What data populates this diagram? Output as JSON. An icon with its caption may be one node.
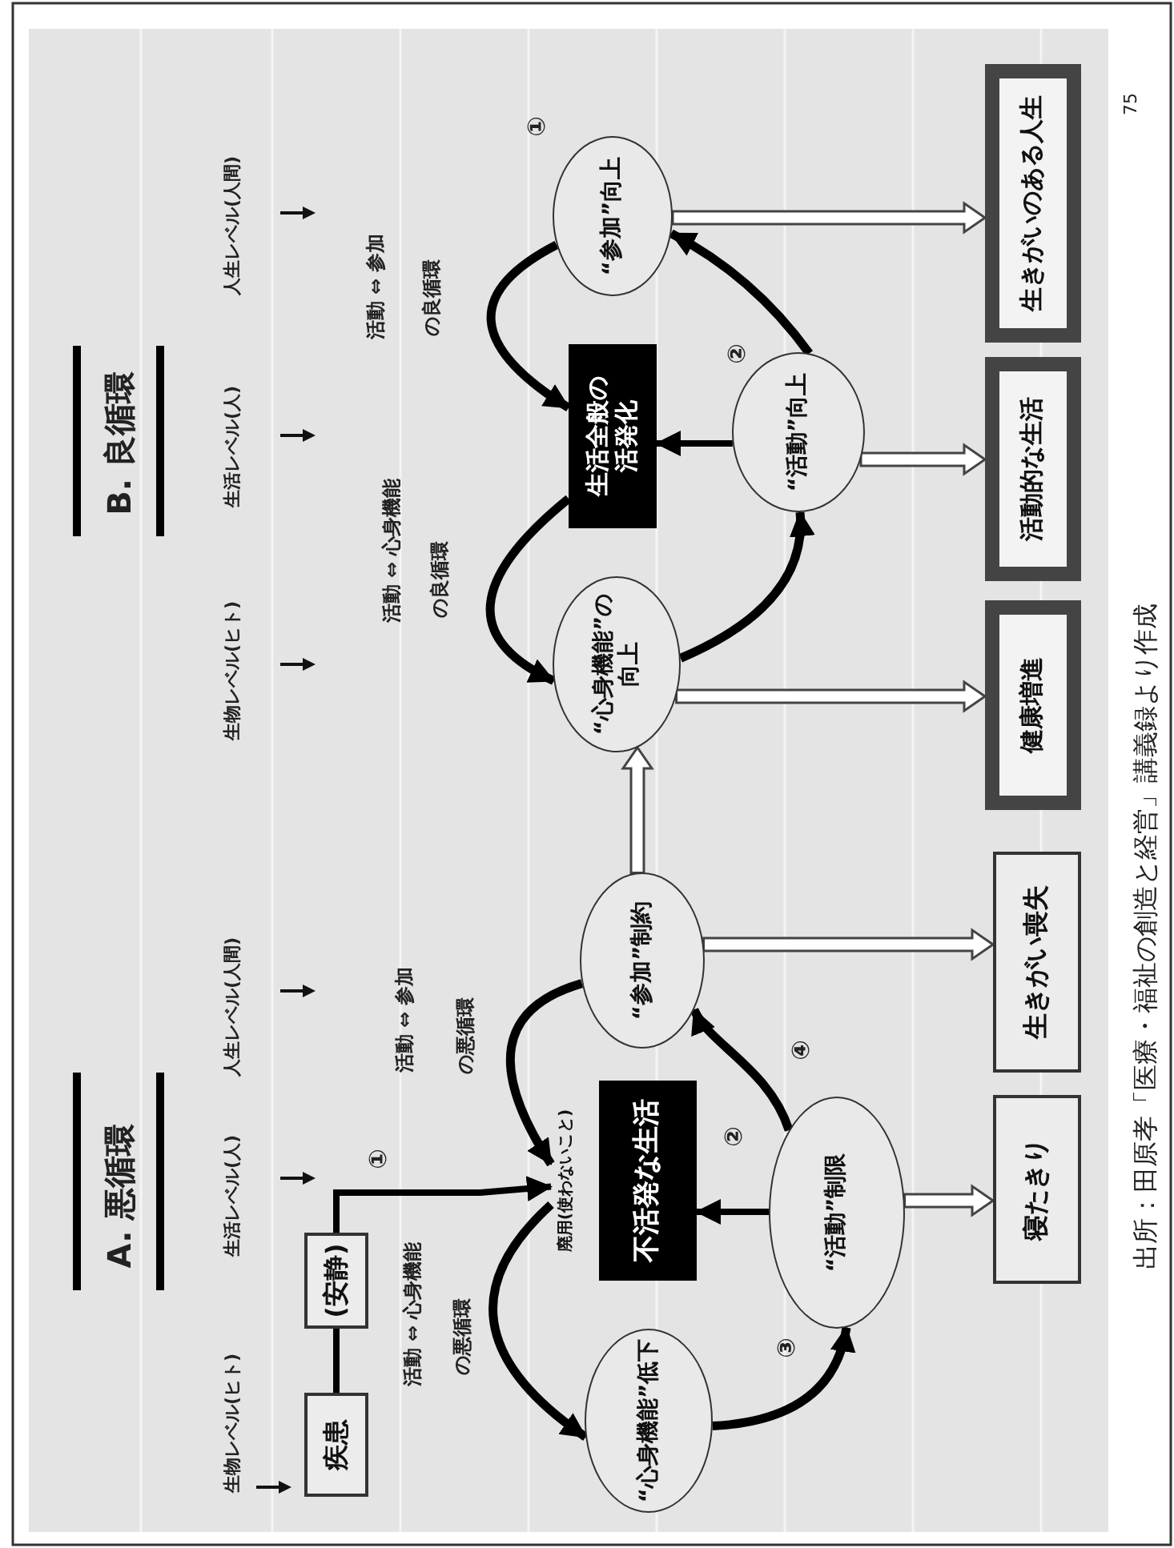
{
  "diagram": {
    "caption": "出所：田原孝「医療・福祉の創造と経営」講義録より作成",
    "nodes": [
      {
        "text": [
          "疾患"
        ]
      },
      {
        "text": [
          "(安静)"
        ]
      },
      {
        "text": [
          "廃用(使わないこと)",
          "不活発な生活"
        ]
      },
      {
        "text": [
          "“心身機能”低下"
        ]
      },
      {
        "text": [
          "“活動”制限"
        ]
      },
      {
        "text": [
          "“参加”制約"
        ]
      },
      {
        "text": [
          "寝たきり"
        ]
      },
      {
        "text": [
          "生きがい喪失"
        ]
      },
      {
        "text": [
          "“心身機能”の向上"
        ]
      },
      {
        "text": [
          "生活全般の活発化"
        ]
      },
      {
        "text": [
          "“活動”向上"
        ]
      },
      {
        "text": [
          "“参加”向上"
        ]
      },
      {
        "text": [
          "健康増進"
        ]
      },
      {
        "text": [
          "活動的な生活"
        ]
      },
      {
        "text": [
          "生きがいのある人生"
        ]
      }
    ],
    "edges": [
      {
        "from": 0,
        "to": 1,
        "arrow": "none"
      },
      {
        "from": 1,
        "to": 2,
        "arrow": "to"
      },
      {
        "from": 2,
        "to": 3,
        "arrow": "to"
      },
      {
        "from": 3,
        "to": 4,
        "arrow": "to"
      },
      {
        "from": 4,
        "to": 2,
        "arrow": "to"
      },
      {
        "from": 4,
        "to": 5,
        "arrow": "to"
      },
      {
        "from": 5,
        "to": 2,
        "arrow": "to"
      },
      {
        "from": 4,
        "to": 6,
        "arrow": "to",
        "style": "thick"
      },
      {
        "from": 5,
        "to": 7,
        "arrow": "to",
        "style": "thick"
      },
      {
        "from": 5,
        "to": 8,
        "arrow": "to",
        "style": "thick"
      },
      {
        "from": 9,
        "to": 8,
        "arrow": "to"
      },
      {
        "from": 8,
        "to": 10,
        "arrow": "to"
      },
      {
        "from": 10,
        "to": 9,
        "arrow": "to"
      },
      {
        "from": 10,
        "to": 11,
        "arrow": "to"
      },
      {
        "from": 11,
        "to": 9,
        "arrow": "to"
      },
      {
        "from": 8,
        "to": 12,
        "arrow": "to",
        "style": "thick"
      },
      {
        "from": 10,
        "to": 13,
        "arrow": "to",
        "style": "thick"
      },
      {
        "from": 11,
        "to": 14,
        "arrow": "to",
        "style": "thick"
      }
    ],
    "labels": [
      "A. 悪循環",
      "B. 良循環",
      "生物レベル(ヒト)",
      "生活レベル(人)",
      "人生レベル(人間)",
      "生物レベル(ヒト)",
      "生活レベル(人)",
      "人生レベル(人間)",
      "活動 ⇔ 心身機能",
      "の悪循環",
      "活動 ⇔ 参加",
      "の悪循環",
      "活動 ⇔ 心身機能",
      "の良循環",
      "活動 ⇔ 参加",
      "の良循環",
      "①",
      "②",
      "③",
      "④",
      "①",
      "②",
      "75"
    ]
  }
}
